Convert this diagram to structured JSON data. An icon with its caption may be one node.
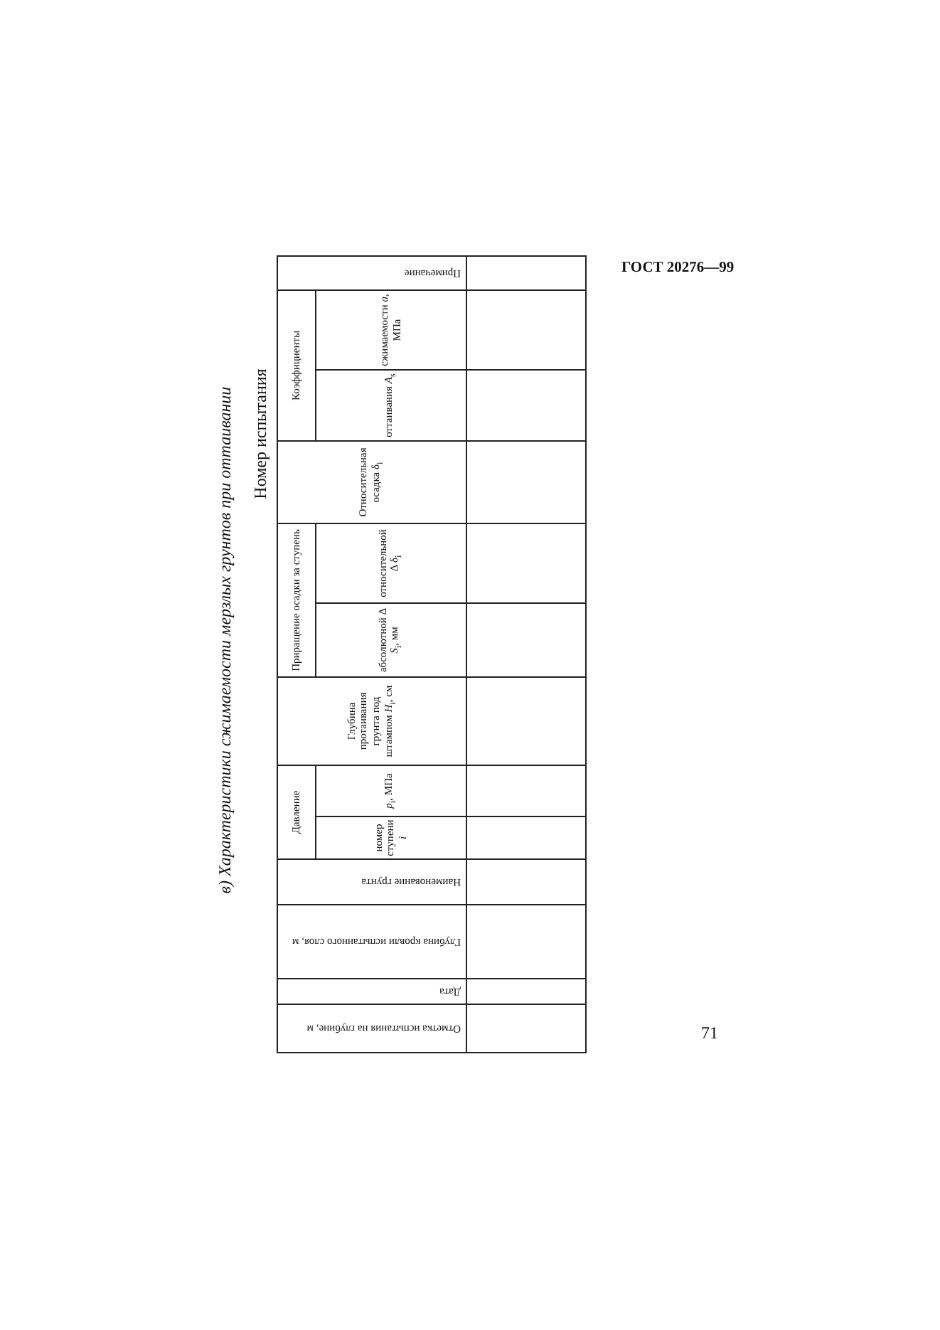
{
  "diagram": {
    "labels": [
      "ГОСТ 20276—99",
      "в) Характеристики сжимаемости мерзлых грунтов при оттаивании",
      "Номер испытания",
      "Отметка испытания на глубине, м",
      "Дата",
      "Глубина кровли испытанного слоя, м",
      "Наименование грунта",
      "Давление",
      "Глубина протаивания грунта под штампом *H*$_{i}$, см",
      "Приращение осадки за ступень",
      "Относительная осадка δ$_{i}$",
      "Коэффициенты",
      "Примечание",
      "номер ступени *i*",
      "*p*$_{i}$, МПа",
      "абсолютной Δ *S*$_{i}$, мм",
      "относительной Δ δ$_{i}$",
      "оттаивания *A*$_{s}$",
      "сжимаемости *a*, МПа",
      "71"
    ]
  }
}
